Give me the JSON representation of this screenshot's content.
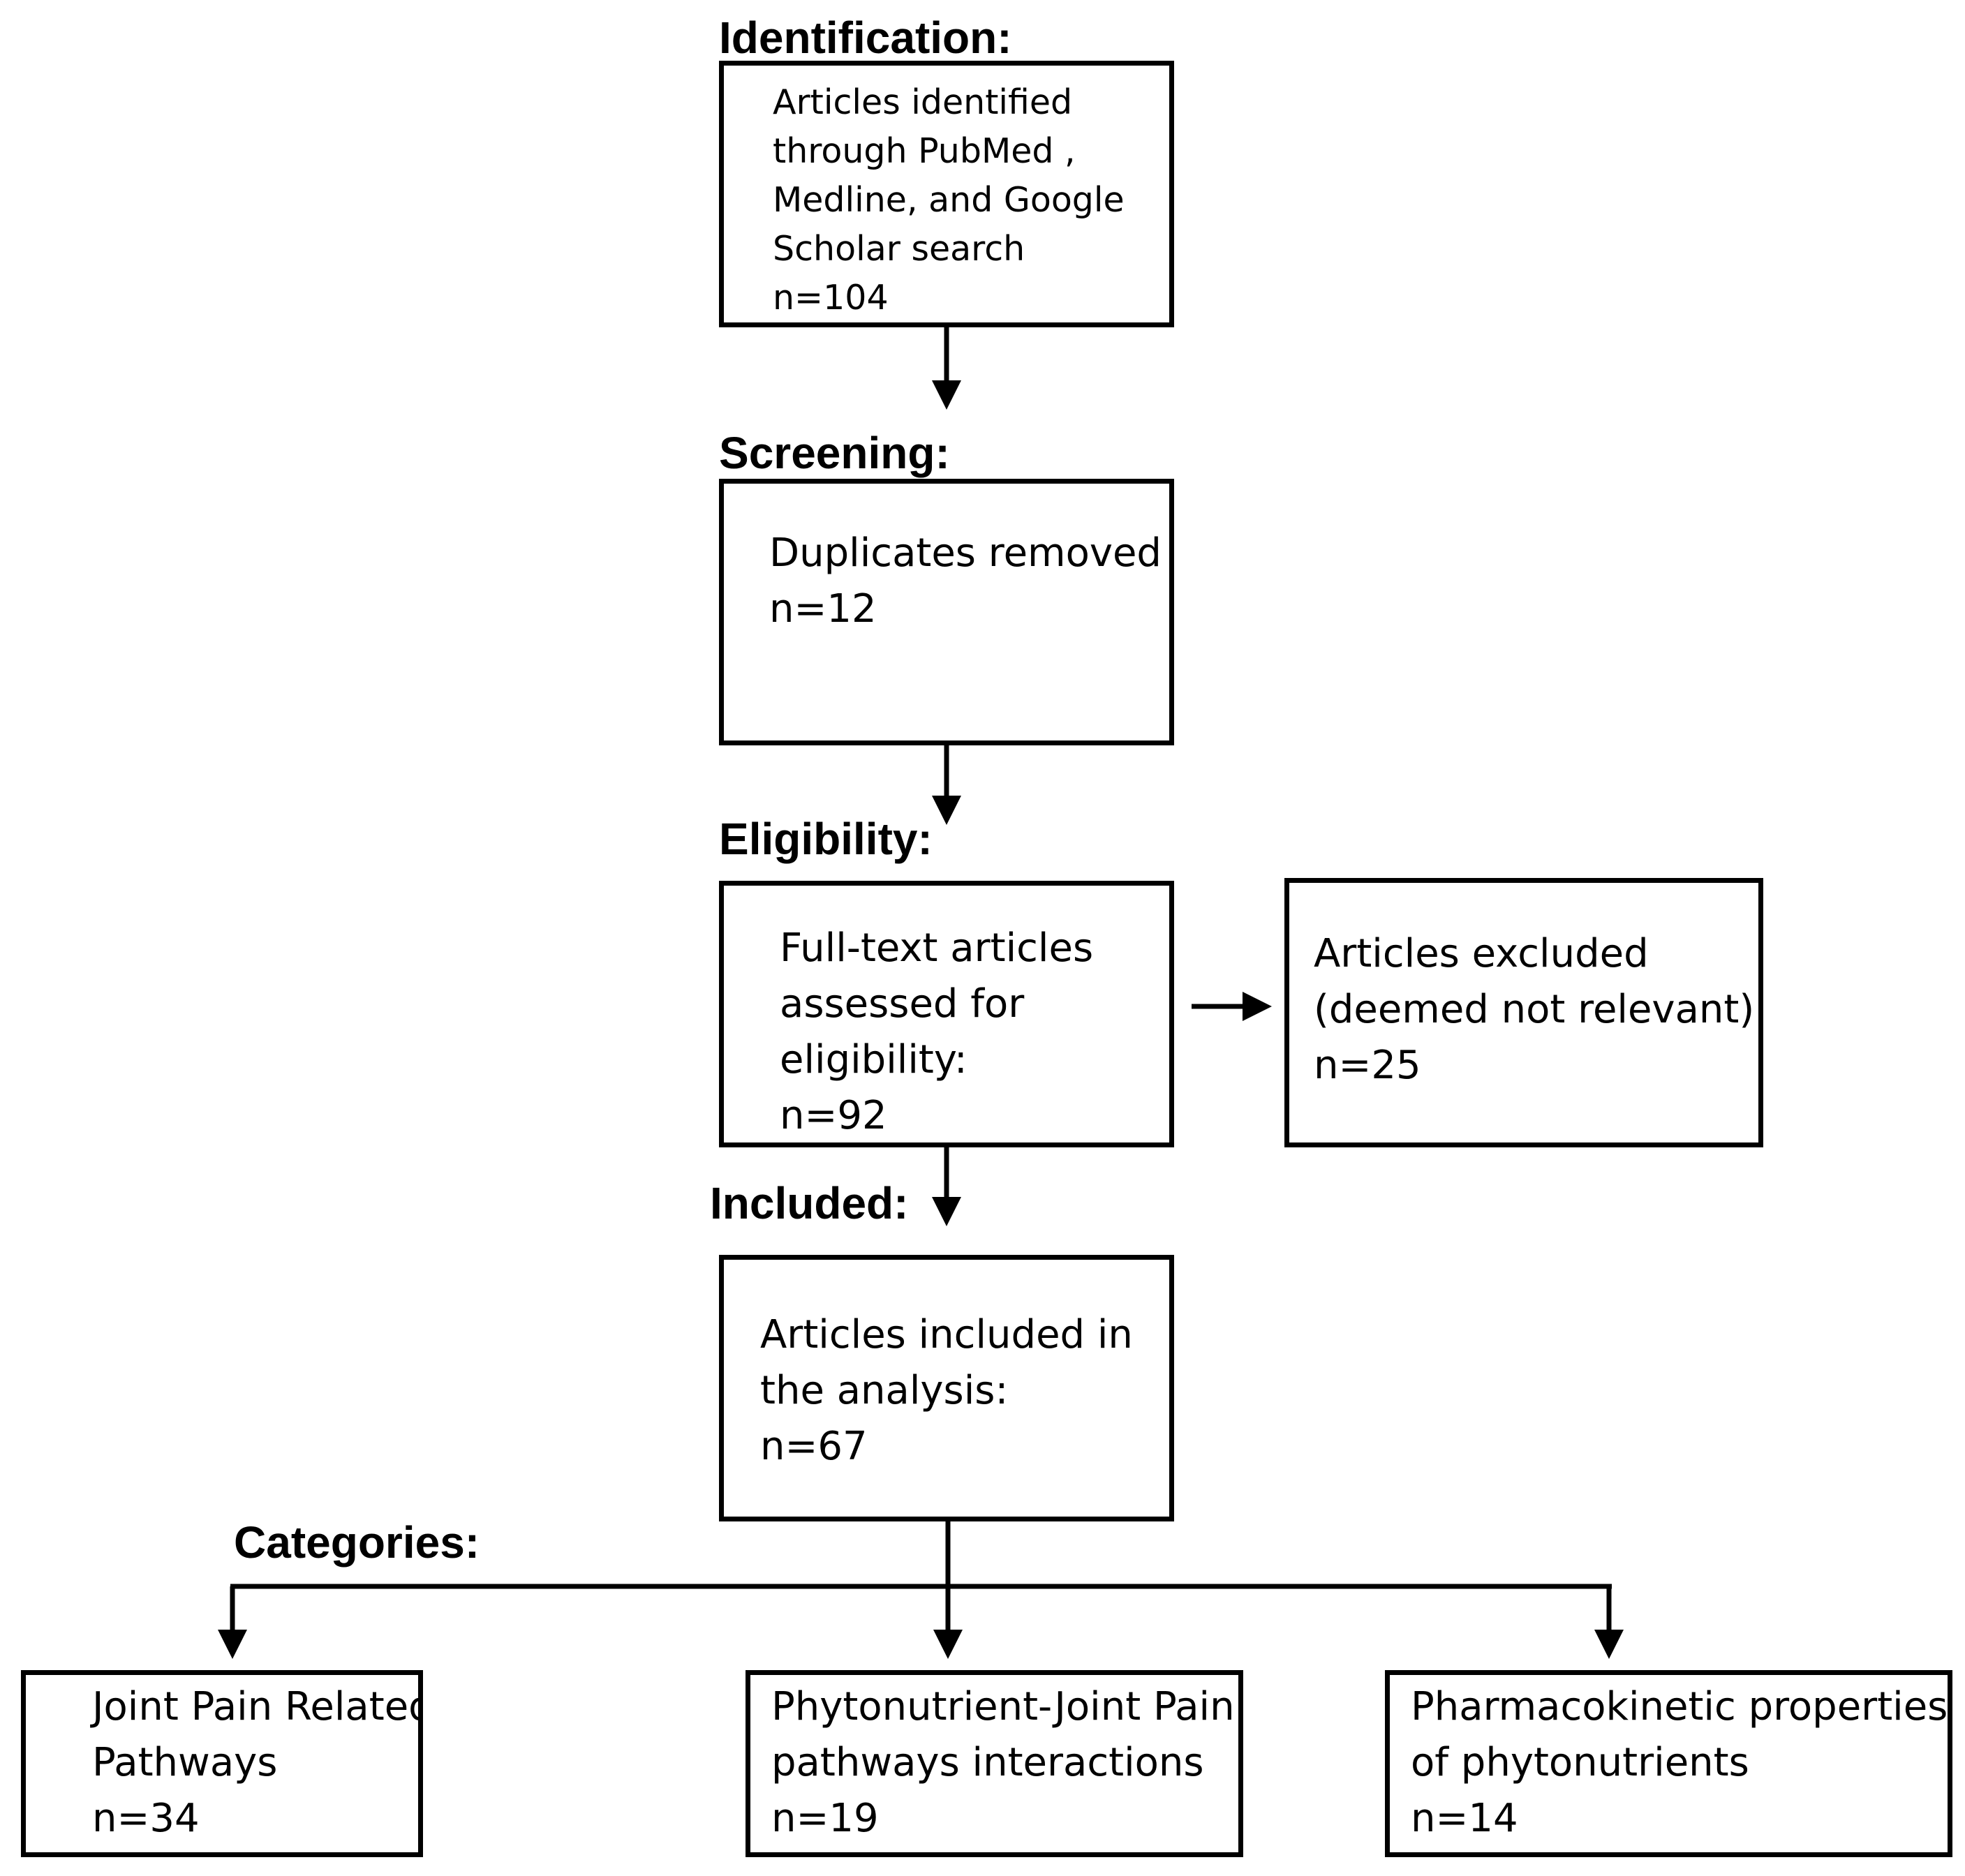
{
  "headings": {
    "identification": "Identification:",
    "screening": "Screening:",
    "eligibility": "Eligibility:",
    "included": "Included:",
    "categories": "Categories:"
  },
  "boxes": {
    "identification": {
      "lines": [
        "Articles identified",
        "through PubMed ,",
        "Medline, and Google",
        "Scholar  search"
      ],
      "count": "n=104"
    },
    "screening": {
      "lines": [
        "Duplicates removed"
      ],
      "count": "n=12"
    },
    "eligibility": {
      "lines": [
        "Full-text articles",
        "assessed for",
        "eligibility:"
      ],
      "count": "n=92"
    },
    "excluded": {
      "lines": [
        "Articles excluded",
        "(deemed  not relevant):"
      ],
      "count": "n=25"
    },
    "included": {
      "lines": [
        "Articles included in",
        "the analysis:"
      ],
      "count": "n=67"
    },
    "categories": [
      {
        "lines": [
          "Joint Pain Related",
          "Pathways"
        ],
        "count": "n=34"
      },
      {
        "lines": [
          "Phytonutrient-Joint  Pain",
          "pathways interactions"
        ],
        "count": "n=19"
      },
      {
        "lines": [
          "Pharmacokinetic properties",
          "of phytonutrients"
        ],
        "count": "n=14"
      }
    ]
  },
  "colors": {
    "line": "#000000",
    "background": "#ffffff"
  }
}
